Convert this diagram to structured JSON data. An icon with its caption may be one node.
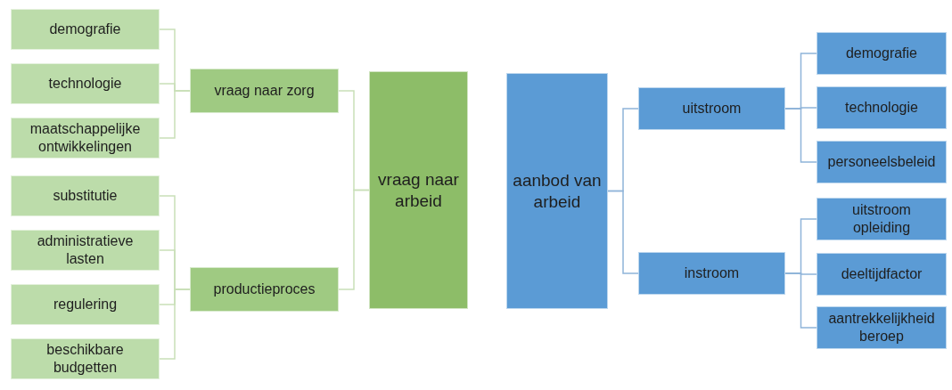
{
  "diagram": {
    "nodes": [
      {
        "text": [
          "demografie"
        ]
      },
      {
        "text": [
          "technologie"
        ]
      },
      {
        "text": [
          "maatschappelijke ontwikkelingen"
        ]
      },
      {
        "text": [
          "substitutie"
        ]
      },
      {
        "text": [
          "administratieve lasten"
        ]
      },
      {
        "text": [
          "regulering"
        ]
      },
      {
        "text": [
          "beschikbare budgetten"
        ]
      },
      {
        "text": [
          "vraag naar zorg"
        ]
      },
      {
        "text": [
          "productieproces"
        ]
      },
      {
        "text": [
          "vraag naar arbeid"
        ]
      },
      {
        "text": [
          "aanbod van arbeid"
        ]
      },
      {
        "text": [
          "uitstroom"
        ]
      },
      {
        "text": [
          "instroom"
        ]
      },
      {
        "text": [
          "demografie"
        ]
      },
      {
        "text": [
          "technologie"
        ]
      },
      {
        "text": [
          "personeelsbeleid"
        ]
      },
      {
        "text": [
          "uitstroom opleiding"
        ]
      },
      {
        "text": [
          "deeltijdfactor"
        ]
      },
      {
        "text": [
          "aantrekkelijkheid beroep"
        ]
      }
    ],
    "edges": [
      {
        "from": 0,
        "to": 7,
        "arrow": "none"
      },
      {
        "from": 1,
        "to": 7,
        "arrow": "none"
      },
      {
        "from": 2,
        "to": 7,
        "arrow": "none"
      },
      {
        "from": 3,
        "to": 8,
        "arrow": "none"
      },
      {
        "from": 4,
        "to": 8,
        "arrow": "none"
      },
      {
        "from": 5,
        "to": 8,
        "arrow": "none"
      },
      {
        "from": 6,
        "to": 8,
        "arrow": "none"
      },
      {
        "from": 7,
        "to": 9,
        "arrow": "none"
      },
      {
        "from": 8,
        "to": 9,
        "arrow": "none"
      },
      {
        "from": 10,
        "to": 11,
        "arrow": "none",
        "color": "#8fb4d9"
      },
      {
        "from": 10,
        "to": 12,
        "arrow": "none",
        "color": "#8fb4d9"
      },
      {
        "from": 11,
        "to": 13,
        "arrow": "none",
        "color": "#8fb4d9"
      },
      {
        "from": 11,
        "to": 14,
        "arrow": "none",
        "color": "#8fb4d9"
      },
      {
        "from": 11,
        "to": 15,
        "arrow": "none",
        "color": "#8fb4d9"
      },
      {
        "from": 12,
        "to": 16,
        "arrow": "none",
        "color": "#8fb4d9"
      },
      {
        "from": 12,
        "to": 17,
        "arrow": "none",
        "color": "#8fb4d9"
      },
      {
        "from": 12,
        "to": 18,
        "arrow": "none",
        "color": "#8fb4d9"
      }
    ]
  }
}
